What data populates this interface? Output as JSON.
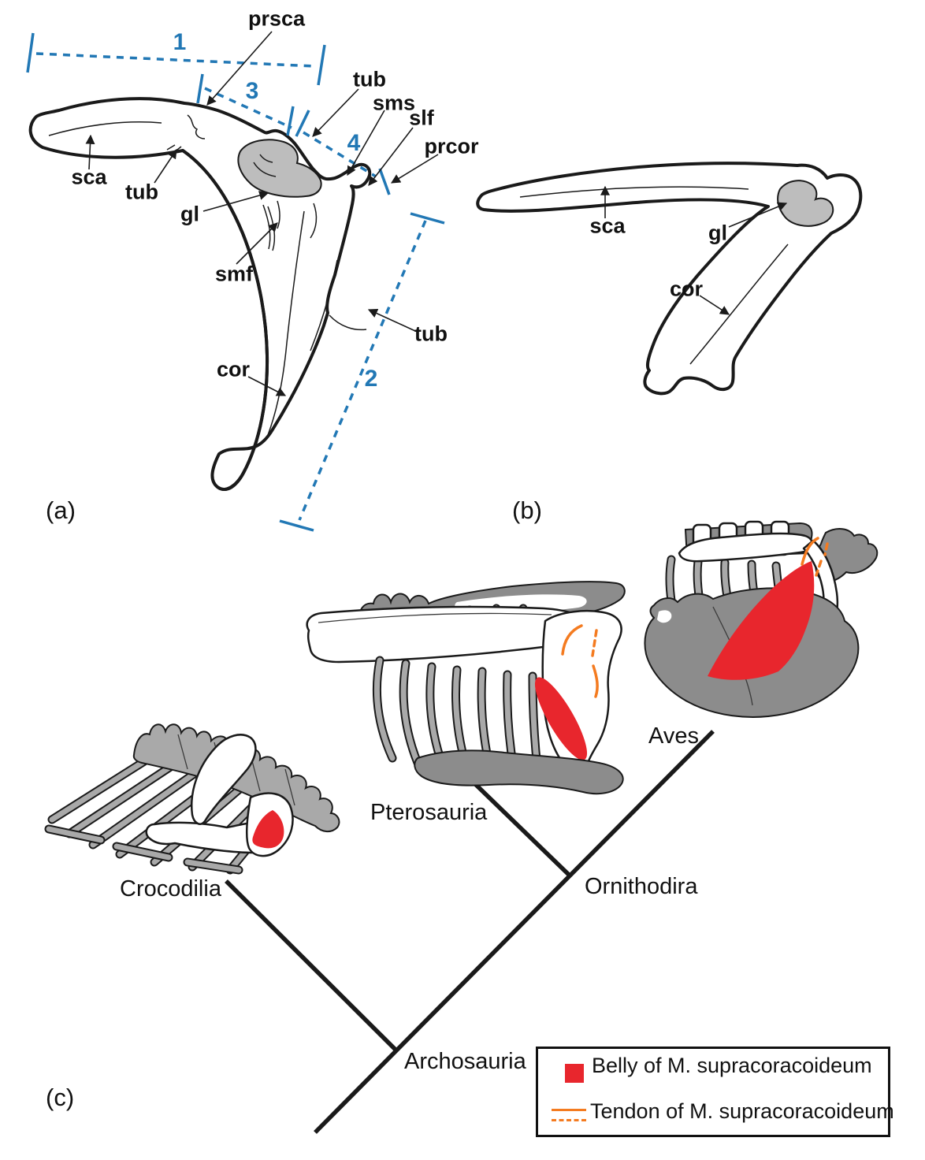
{
  "colors": {
    "blue": "#2278b5",
    "red": "#e8262d",
    "orange": "#f47b20",
    "gray1": "#a9a9a9",
    "gray2": "#8c8c8c",
    "cartilage": "#bdbdbd",
    "ink": "#1a1a1a"
  },
  "panel_a": {
    "tag": "(a)",
    "labels": {
      "prsca": "prsca",
      "tub_acromion": "tub",
      "sms": "sms",
      "slf": "slf",
      "prcor": "prcor",
      "sca": "sca",
      "tub_scapula": "tub",
      "gl": "gl",
      "smf": "smf",
      "cor": "cor",
      "tub_coracoid": "tub"
    },
    "measurements": {
      "m1": "1",
      "m2": "2",
      "m3": "3",
      "m4": "4"
    }
  },
  "panel_b": {
    "tag": "(b)",
    "labels": {
      "sca": "sca",
      "gl": "gl",
      "cor": "cor"
    }
  },
  "panel_c": {
    "tag": "(c)",
    "taxa": {
      "crocodilia": "Crocodilia",
      "pterosauria": "Pterosauria",
      "aves": "Aves",
      "ornithodira": "Ornithodira",
      "archosauria": "Archosauria"
    },
    "legend": {
      "belly": "Belly of M. supracoracoideum",
      "tendon": "Tendon of M. supracoracoideum"
    }
  }
}
